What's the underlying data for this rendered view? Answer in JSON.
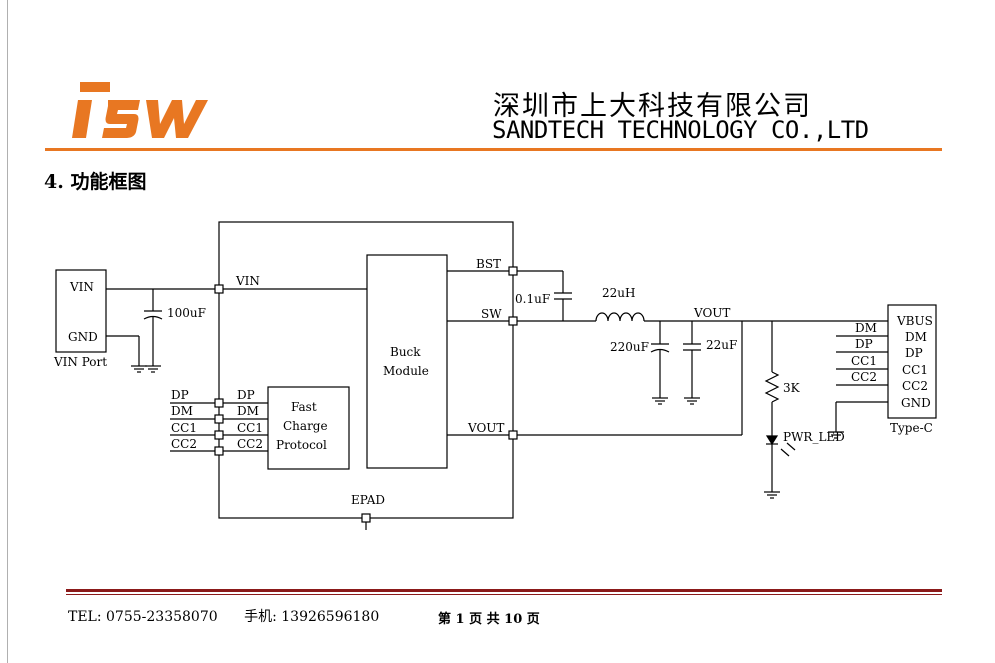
{
  "header": {
    "company_cn": "深圳市上大科技有限公司",
    "company_en": "SANDTECH TECHNOLOGY CO.,LTD",
    "logo_text": "iSW",
    "accent_color": "#e87722"
  },
  "section": {
    "title": "4. 功能框图"
  },
  "diagram": {
    "vin_port": {
      "vin": "VIN",
      "gnd": "GND",
      "caption": "VIN Port"
    },
    "input_cap": "100uF",
    "vin_net": "VIN",
    "buck": {
      "line1": "Buck",
      "line2": "Module"
    },
    "pins": {
      "bst": "BST",
      "sw": "SW",
      "vout": "VOUT",
      "epad": "EPAD"
    },
    "boot_cap": "0.1uF",
    "inductor": "22uH",
    "out_net": "VOUT",
    "cap_out1": "220uF",
    "cap_out2": "22uF",
    "resistor": "3K",
    "led": "PWR_LED",
    "fast_charge": {
      "line1": "Fast",
      "line2": "Charge",
      "line3": "Protocol"
    },
    "fc_inner_pins": [
      "DP",
      "DM",
      "CC1",
      "CC2"
    ],
    "fc_outer_nets": [
      "DP",
      "DM",
      "CC1",
      "CC2"
    ],
    "typec": {
      "pins": [
        "VBUS",
        "DM",
        "DP",
        "CC1",
        "CC2",
        "GND"
      ],
      "nets": [
        "DM",
        "DP",
        "CC1",
        "CC2"
      ],
      "caption": "Type-C"
    }
  },
  "footer": {
    "tel": "TEL: 0755-23358070",
    "mobile": "手机: 13926596180",
    "page": "第 1 页 共 10 页",
    "rule_color": "#8b1a1a"
  }
}
